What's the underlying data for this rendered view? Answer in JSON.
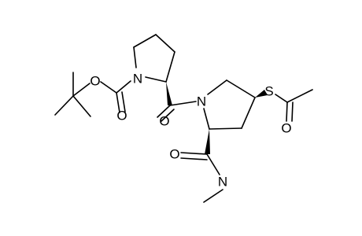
{
  "molecule": {
    "atoms": {
      "n_boc": "N",
      "n_amide": "N",
      "n_methylamide": "N",
      "s_thioester": "S",
      "o_boc_ether": "O",
      "o_boc_carbonyl": "O",
      "o_prolyl_carbonyl": "O",
      "o_methylamide_carbonyl": "O",
      "o_acetyl": "O"
    }
  }
}
